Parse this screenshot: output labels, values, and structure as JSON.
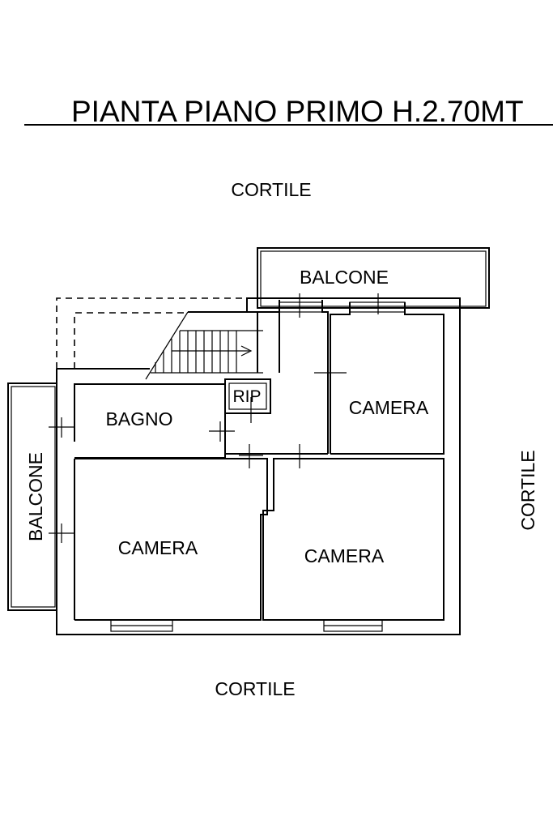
{
  "plan": {
    "title": "PIANTA PIANO PRIMO H.2.70MT",
    "labels": {
      "cortile_top": "CORTILE",
      "cortile_right": "CORTILE",
      "cortile_bottom": "CORTILE",
      "balcone_top": "BALCONE",
      "balcone_left": "BALCONE",
      "bagno": "BAGNO",
      "rip": "RIP",
      "camera_top_right": "CAMERA",
      "camera_bottom_left": "CAMERA",
      "camera_bottom_right": "CAMERA"
    }
  }
}
